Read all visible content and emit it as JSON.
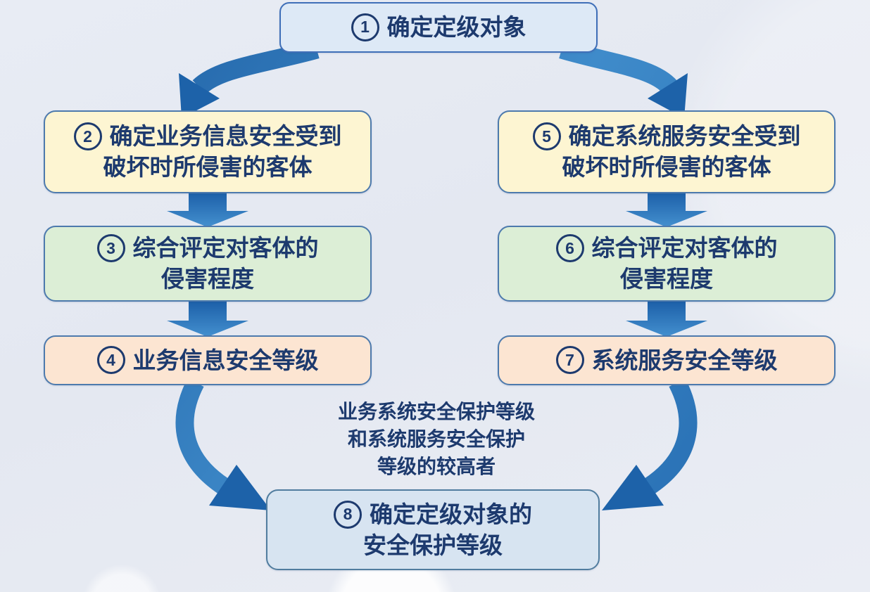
{
  "colors": {
    "background": "#e6eaf2",
    "arrow_dark": "#1a5a9f",
    "arrow_light": "#4792d2",
    "text_navy": "#1d3a6e",
    "node_blue": "#dde9f6",
    "node_cream": "#fdf5d2",
    "node_green": "#dceed6",
    "node_peach": "#fce5d2",
    "node_border": "#4d7aad"
  },
  "nodes": {
    "step1": {
      "number": "1",
      "lines": [
        "确定定级对象"
      ]
    },
    "step2": {
      "number": "2",
      "lines": [
        "确定业务信息安全受到",
        "破坏时所侵害的客体"
      ]
    },
    "step3": {
      "number": "3",
      "lines": [
        "综合评定对客体的",
        "侵害程度"
      ]
    },
    "step4": {
      "number": "4",
      "lines": [
        "业务信息安全等级"
      ]
    },
    "step5": {
      "number": "5",
      "lines": [
        "确定系统服务安全受到",
        "破坏时所侵害的客体"
      ]
    },
    "step6": {
      "number": "6",
      "lines": [
        "综合评定对客体的",
        "侵害程度"
      ]
    },
    "step7": {
      "number": "7",
      "lines": [
        "系统服务安全等级"
      ]
    },
    "step8": {
      "number": "8",
      "lines": [
        "确定定级对象的",
        "安全保护等级"
      ]
    }
  },
  "annotation": {
    "text": "业务系统安全保护等级\n和系统服务安全保护\n等级的较高者"
  }
}
